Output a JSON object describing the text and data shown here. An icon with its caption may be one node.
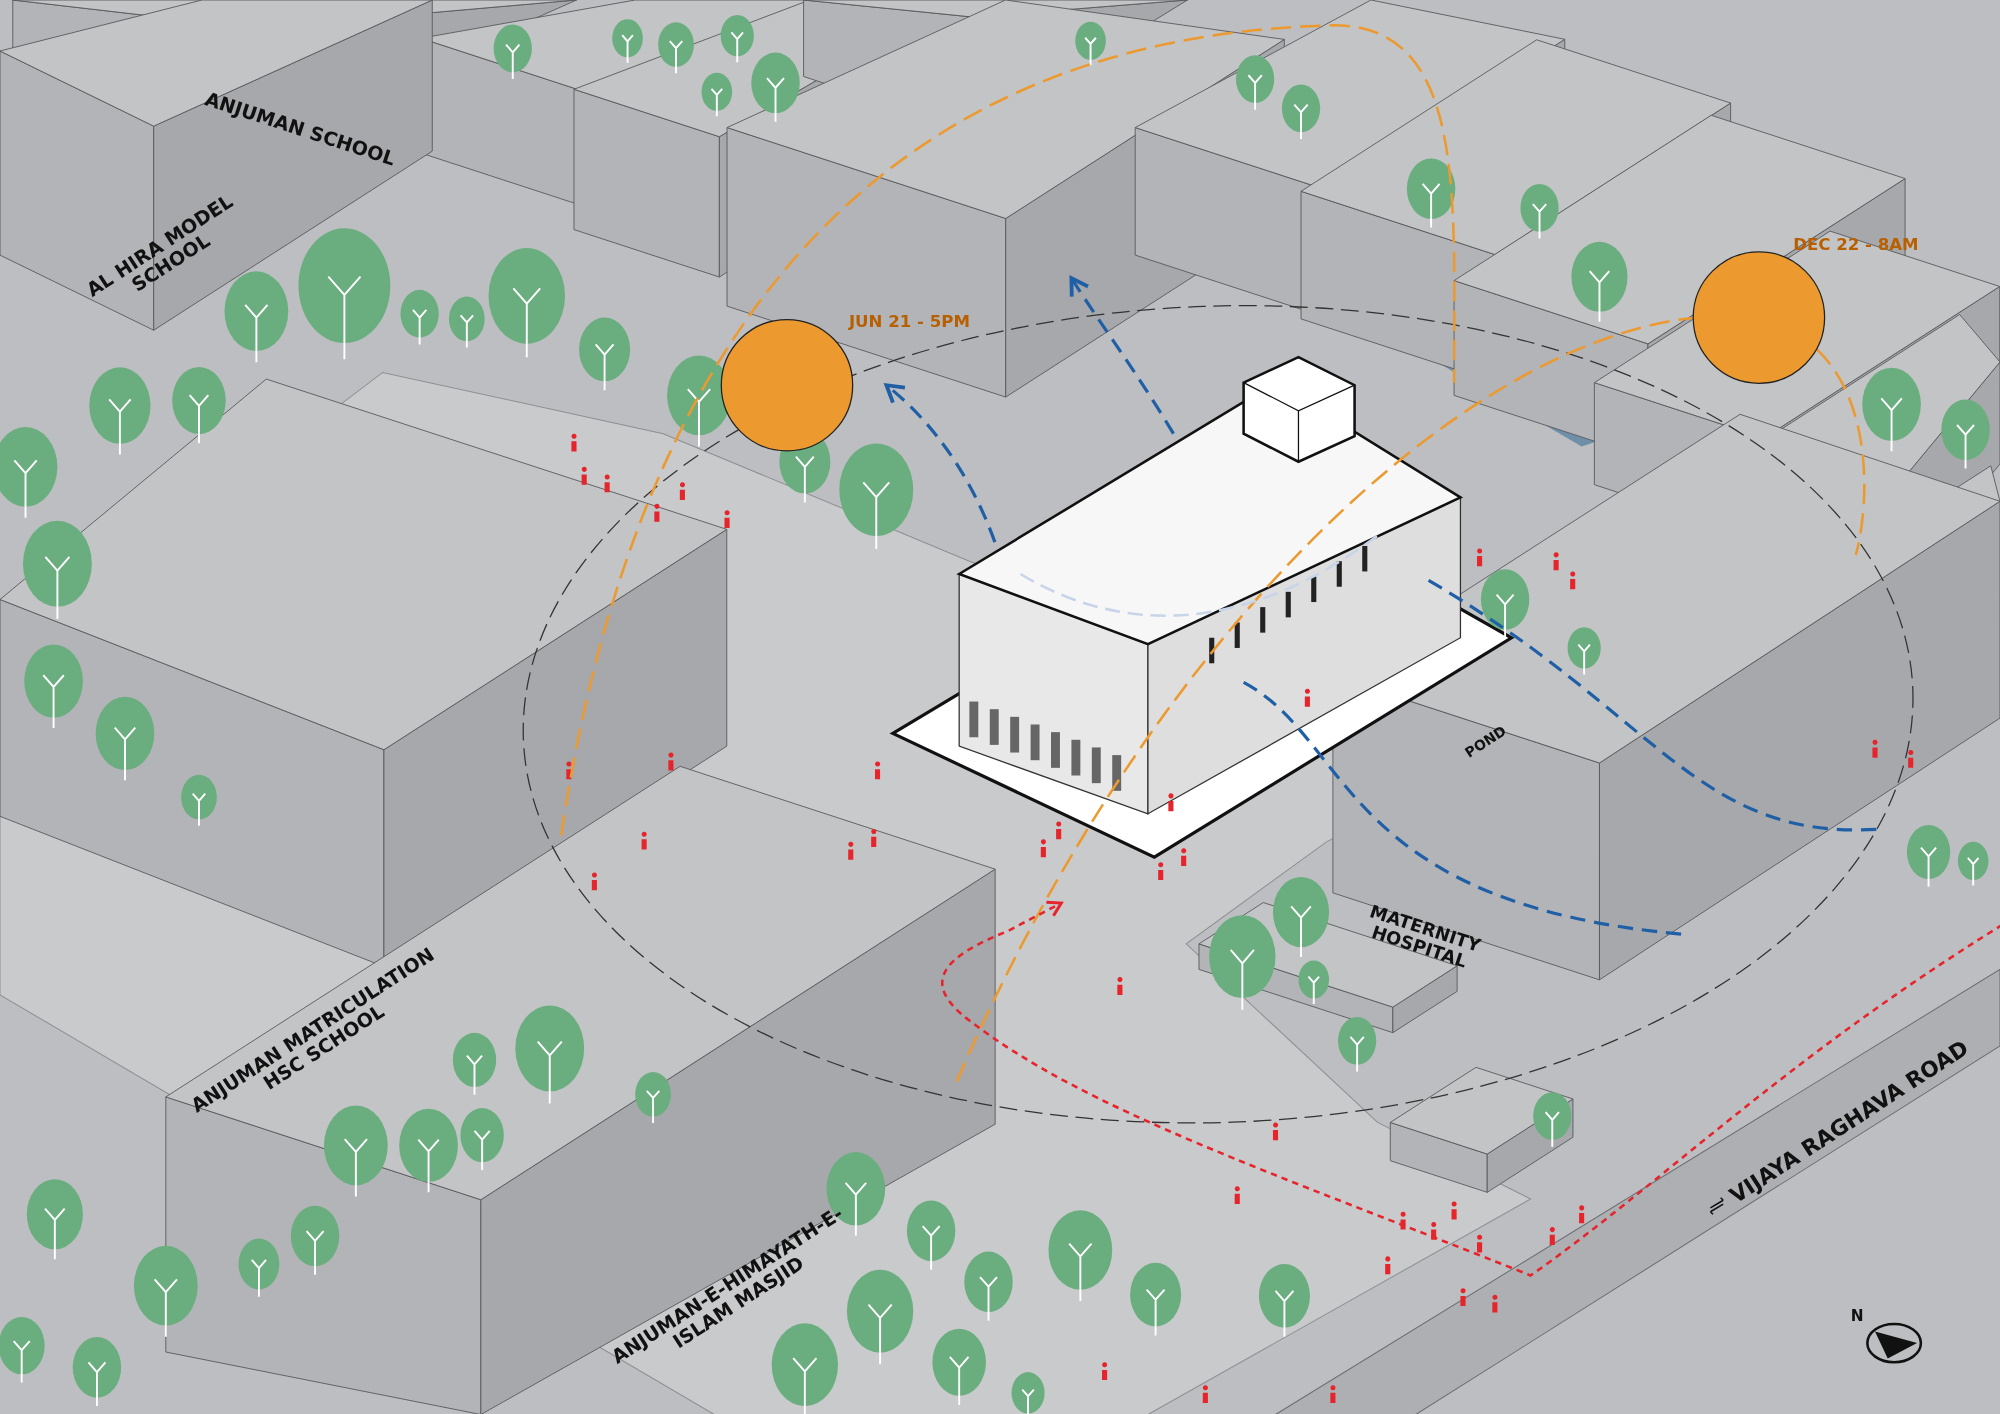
{
  "diagram": {
    "nodes": [
      {
        "text": [],
        "shape": "circle",
        "beside": [
          "JUN 21 - 5PM"
        ]
      },
      {
        "text": [],
        "shape": "circle",
        "beside": [
          "DEC 22 - 8AM"
        ]
      }
    ],
    "labels": [
      "ANJUMAN SCHOOL",
      "AL HIRA MODEL SCHOOL",
      "POND",
      "MATERNITY HOSPITAL",
      "ANJUMAN MATRICULATION HSC SCHOOL",
      "VIJAYA RAGHAVA ROAD",
      "ANJUMAN-E-HIMAYATH-E-ISLAM MASJID",
      "N"
    ]
  }
}
